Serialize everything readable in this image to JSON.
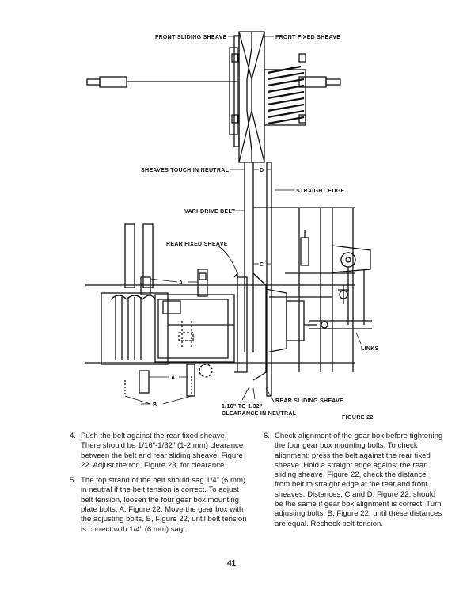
{
  "figure": {
    "labels": {
      "front_sliding_sheave": "FRONT SLIDING SHEAVE",
      "front_fixed_sheave": "FRONT FIXED SHEAVE",
      "sheaves_touch": "SHEAVES TOUCH IN NEUTRAL",
      "straight_edge": "STRAIGHT EDGE",
      "vari_drive_belt": "VARI-DRIVE BELT",
      "rear_fixed_sheave": "REAR FIXED SHEAVE",
      "dim_d": "D",
      "dim_c": "C",
      "bolt_a_upper": "A",
      "bolt_a_lower": "A",
      "bolt_b": "B",
      "links": "LINKS",
      "rear_sliding_sheave": "REAR SLIDING SHEAVE",
      "clearance_line1": "1/16\" TO 1/32\"",
      "clearance_line2": "CLEARANCE IN NEUTRAL"
    },
    "caption": "FIGURE 22"
  },
  "steps": [
    {
      "number": "4.",
      "text": "Push the belt against the rear fixed sheave. There should be 1/16\"-1/32\" (1-2 mm) clearance between the belt and rear sliding sheave, Figure 22. Adjust the rod, Figure 23, for clearance."
    },
    {
      "number": "5.",
      "text": "The top strand of the belt should sag 1/4\" (6 mm) in neutral if the belt tension is correct. To adjust belt tension, loosen the four gear box mounting plate bolts, A, Figure 22. Move the gear box with the adjusting bolts, B, Figure 22, until belt tension is correct with 1/4\" (6 mm) sag."
    },
    {
      "number": "6.",
      "text": "Check alignment of the gear box before tightening the four gear box mounting bolts. To check alignment: press the belt against the rear fixed sheave. Hold a straight edge against the rear sliding sheave, Figure 22, check the distance from belt to straight edge at the rear and front sheaves. Distances, C and D, Figure 22, should be the same if gear box alignment is correct. Turn adjusting bolts, B, Figure 22, until these distances are equal. Recheck belt tension."
    }
  ],
  "page_number": "41"
}
